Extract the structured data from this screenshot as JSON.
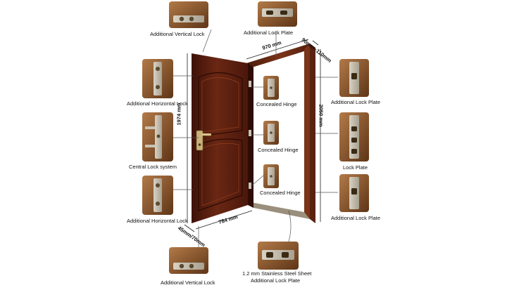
{
  "labels": {
    "additional_vertical_lock_top": "Additional Vertical Lock",
    "additional_lock_plate_top": "Additional Lock Plate",
    "additional_horizontal_lock_upper": "Additional Horizontal Lock",
    "central_lock_system": "Central Lock system",
    "additional_horizontal_lock_lower": "Additional Horizontal Lock",
    "additional_vertical_lock_bottom": "Additional Vertical Lock",
    "concealed_hinge_1": "Concealed Hinge",
    "concealed_hinge_2": "Concealed Hinge",
    "concealed_hinge_3": "Concealed Hinge",
    "additional_lock_plate_right_upper": "Additional Lock Plate",
    "lock_plate_right": "Lock Plate",
    "additional_lock_plate_right_lower": "Additional Lock Plate",
    "stainless_sheet_line1": "1.2 mm Stainless Steel Sheet",
    "stainless_sheet_line2": "Additional Lock Plate"
  },
  "dimensions": {
    "frame_width": "970 mm",
    "frame_depth": "90mm~110mm",
    "frame_height": "2050 mm",
    "door_height": "1974 mm",
    "door_width": "784 mm",
    "door_thickness": "45mm/70mm"
  },
  "colors": {
    "door_wood": "#5a1e10",
    "frame_wood": "#6b2a14",
    "thumb_bg": "#8a5a32",
    "steel": "#c9c2b4",
    "leader": "#444444"
  }
}
